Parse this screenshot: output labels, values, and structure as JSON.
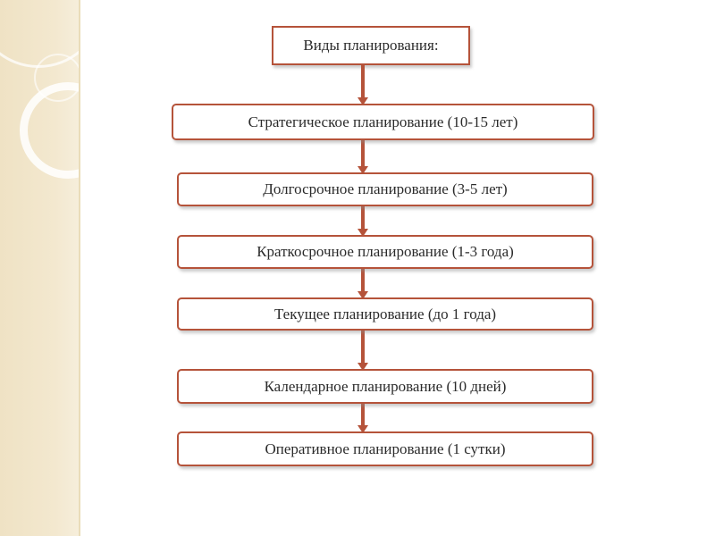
{
  "diagram": {
    "root": "Виды планирования:",
    "levels": [
      {
        "label": "Стратегическое планирование (10-15 лет)"
      },
      {
        "label": "Долгосрочное планирование (3-5 лет)"
      },
      {
        "label": "Краткосрочное планирование (1-3 года)"
      },
      {
        "label": "Текущее планирование (до 1 года)"
      },
      {
        "label": "Календарное планирование (10  дней)"
      },
      {
        "label": "Оперативное планирование (1 сутки)"
      }
    ]
  },
  "colors": {
    "box_border": "#b5533a",
    "arrow": "#b5533a",
    "side_band": "#efe2c4"
  }
}
